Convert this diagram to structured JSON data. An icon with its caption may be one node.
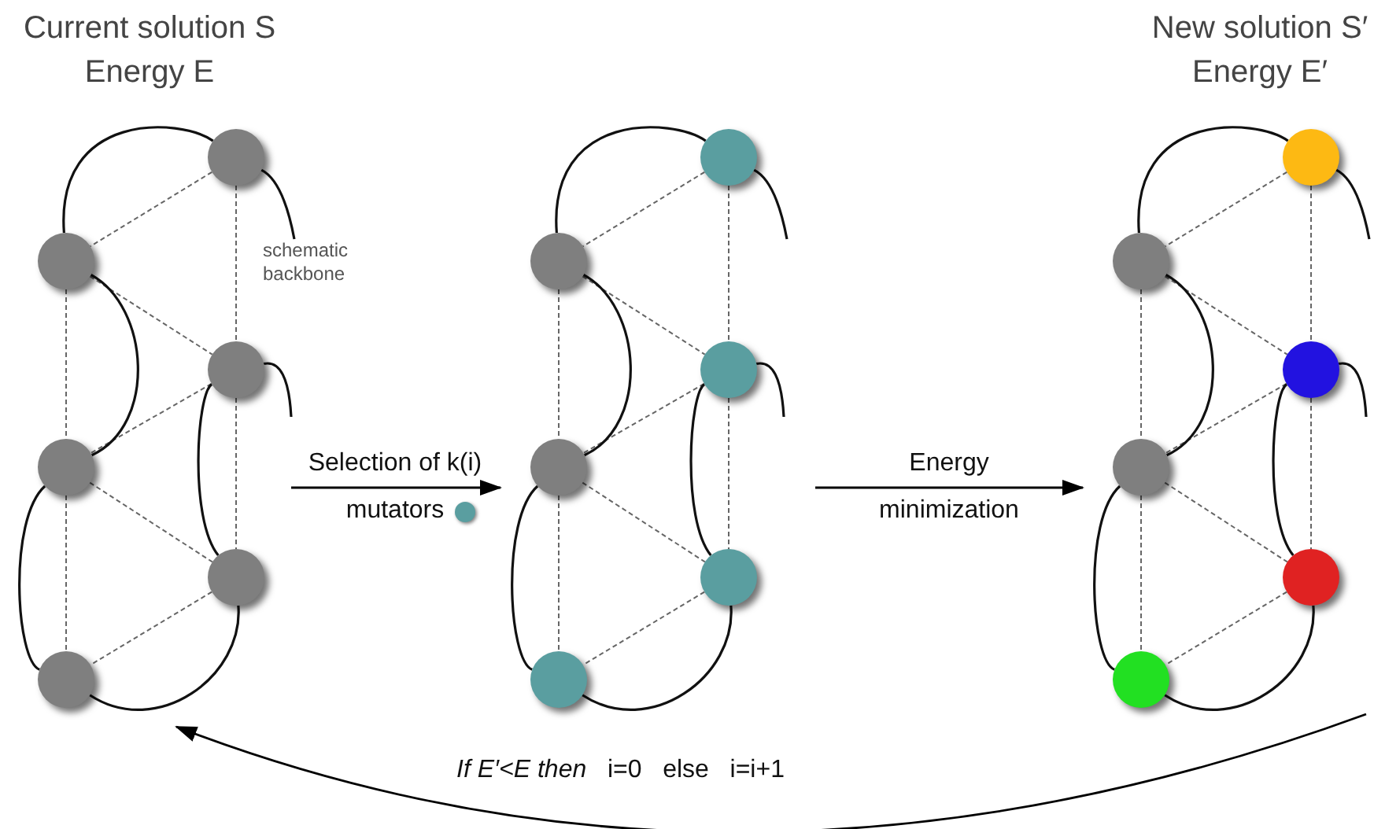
{
  "diagram": {
    "nodes": [
      {
        "text": [
          "Current solution S",
          "Energy E"
        ]
      },
      {
        "text": [],
        "shape": "circle",
        "in": 0
      },
      {
        "text": [],
        "shape": "circle",
        "in": 0
      },
      {
        "text": [],
        "shape": "circle",
        "in": 0
      },
      {
        "text": [],
        "shape": "circle",
        "in": 0
      },
      {
        "text": [],
        "shape": "circle",
        "in": 0
      },
      {
        "text": [],
        "shape": "circle",
        "in": 0
      },
      {
        "text": [],
        "shape": "picture"
      },
      {
        "text": [],
        "shape": "circle",
        "in": 7
      },
      {
        "text": [],
        "shape": "circle",
        "in": 7
      },
      {
        "text": [],
        "shape": "circle",
        "in": 7
      },
      {
        "text": [],
        "shape": "circle",
        "in": 7
      },
      {
        "text": [],
        "shape": "circle",
        "in": 7
      },
      {
        "text": [],
        "shape": "circle",
        "in": 7
      },
      {
        "text": [
          "New solution S′",
          "Energy E′"
        ]
      },
      {
        "text": [],
        "shape": "circle",
        "in": 14
      },
      {
        "text": [],
        "shape": "circle",
        "in": 14
      },
      {
        "text": [],
        "shape": "circle",
        "in": 14
      },
      {
        "text": [],
        "shape": "circle",
        "in": 14
      },
      {
        "text": [],
        "shape": "circle",
        "in": 14
      },
      {
        "text": [],
        "shape": "circle",
        "in": 14
      }
    ],
    "edges": [
      {
        "from": 1,
        "to": 2,
        "arrow": "none",
        "style": "dashed"
      },
      {
        "from": 1,
        "to": 3,
        "arrow": "none",
        "style": "dashed"
      },
      {
        "from": 2,
        "to": 3,
        "arrow": "none",
        "style": "dashed"
      },
      {
        "from": 2,
        "to": 4,
        "arrow": "none",
        "style": "dashed"
      },
      {
        "from": 3,
        "to": 4,
        "arrow": "none",
        "style": "dashed"
      },
      {
        "from": 3,
        "to": 5,
        "arrow": "none",
        "style": "dashed"
      },
      {
        "from": 4,
        "to": 5,
        "arrow": "none",
        "style": "dashed"
      },
      {
        "from": 4,
        "to": 6,
        "arrow": "none",
        "style": "dashed"
      },
      {
        "from": 5,
        "to": 6,
        "arrow": "none",
        "style": "dashed"
      },
      {
        "from": 1,
        "to": 2,
        "arrow": "none"
      },
      {
        "from": 2,
        "to": 4,
        "arrow": "none"
      },
      {
        "from": 4,
        "to": 6,
        "arrow": "none"
      },
      {
        "from": 6,
        "to": 5,
        "arrow": "none"
      },
      {
        "from": 5,
        "to": 3,
        "arrow": "none"
      },
      {
        "from": 8,
        "to": 9,
        "arrow": "none",
        "style": "dashed"
      },
      {
        "from": 8,
        "to": 10,
        "arrow": "none",
        "style": "dashed"
      },
      {
        "from": 9,
        "to": 10,
        "arrow": "none",
        "style": "dashed"
      },
      {
        "from": 9,
        "to": 11,
        "arrow": "none",
        "style": "dashed"
      },
      {
        "from": 10,
        "to": 11,
        "arrow": "none",
        "style": "dashed"
      },
      {
        "from": 10,
        "to": 12,
        "arrow": "none",
        "style": "dashed"
      },
      {
        "from": 11,
        "to": 12,
        "arrow": "none",
        "style": "dashed"
      },
      {
        "from": 11,
        "to": 13,
        "arrow": "none",
        "style": "dashed"
      },
      {
        "from": 12,
        "to": 13,
        "arrow": "none",
        "style": "dashed"
      },
      {
        "from": 8,
        "to": 9,
        "arrow": "none"
      },
      {
        "from": 9,
        "to": 11,
        "arrow": "none"
      },
      {
        "from": 11,
        "to": 13,
        "arrow": "none"
      },
      {
        "from": 13,
        "to": 12,
        "arrow": "none"
      },
      {
        "from": 12,
        "to": 10,
        "arrow": "none"
      },
      {
        "from": 15,
        "to": 16,
        "arrow": "none",
        "style": "dashed"
      },
      {
        "from": 15,
        "to": 17,
        "arrow": "none",
        "style": "dashed"
      },
      {
        "from": 16,
        "to": 17,
        "arrow": "none",
        "style": "dashed"
      },
      {
        "from": 16,
        "to": 18,
        "arrow": "none",
        "style": "dashed"
      },
      {
        "from": 17,
        "to": 18,
        "arrow": "none",
        "style": "dashed"
      },
      {
        "from": 17,
        "to": 19,
        "arrow": "none",
        "style": "dashed"
      },
      {
        "from": 18,
        "to": 19,
        "arrow": "none",
        "style": "dashed"
      },
      {
        "from": 18,
        "to": 20,
        "arrow": "none",
        "style": "dashed"
      },
      {
        "from": 19,
        "to": 20,
        "arrow": "none",
        "style": "dashed"
      },
      {
        "from": 15,
        "to": 16,
        "arrow": "none"
      },
      {
        "from": 16,
        "to": 18,
        "arrow": "none"
      },
      {
        "from": 18,
        "to": 20,
        "arrow": "none"
      },
      {
        "from": 20,
        "to": 19,
        "arrow": "none"
      },
      {
        "from": 19,
        "to": 17,
        "arrow": "none"
      },
      {
        "from": 0,
        "to": 7,
        "arrow": "to",
        "label": "Selection of k(i) mutators",
        "color": "#000000"
      },
      {
        "from": 7,
        "to": 14,
        "arrow": "to",
        "label": "Energy minimization",
        "color": "#000000"
      },
      {
        "from": 14,
        "to": 0,
        "arrow": "to",
        "label": "*If E′<E then*   i=0   else   i=i+1",
        "color": "#000000"
      }
    ],
    "labels": [
      "schematic backbone"
    ]
  }
}
